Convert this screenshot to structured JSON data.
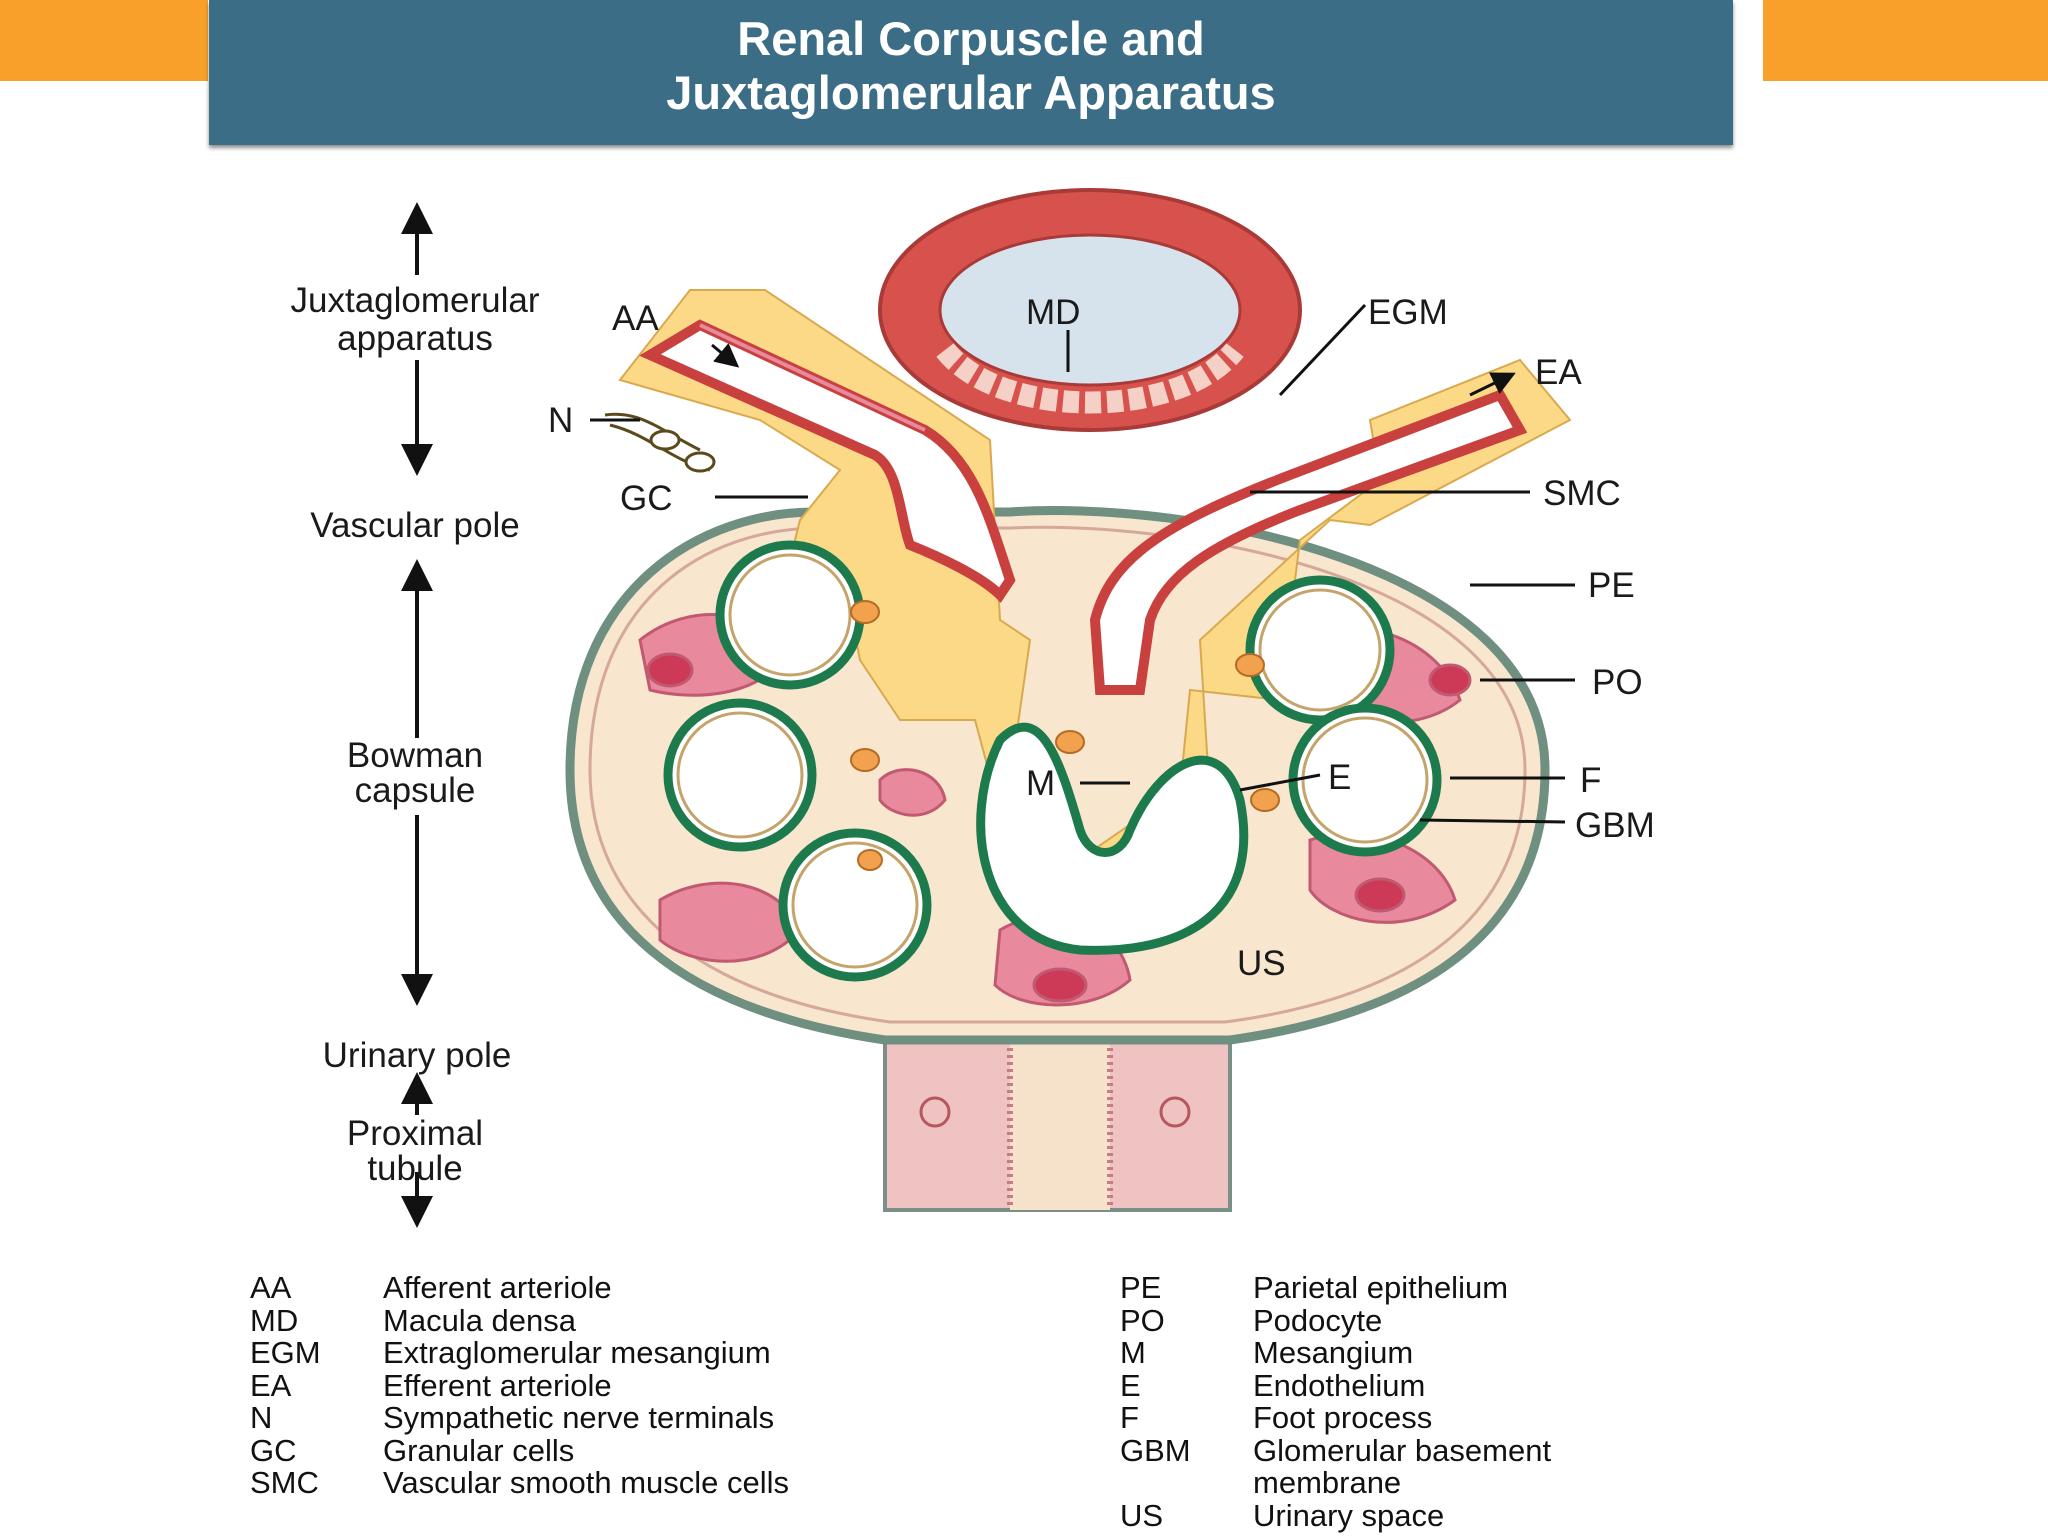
{
  "title": {
    "line1": "Renal Corpuscle and",
    "line2": "Juxtaglomerular Apparatus"
  },
  "side_labels": {
    "jga_line1": "Juxtaglomerular",
    "jga_line2": "apparatus",
    "vascular_pole": "Vascular pole",
    "bowman_line1": "Bowman",
    "bowman_line2": "capsule",
    "urinary_pole": "Urinary pole",
    "proximal_line1": "Proximal",
    "proximal_line2": "tubule"
  },
  "callouts": {
    "aa": "AA",
    "md": "MD",
    "egm": "EGM",
    "ea": "EA",
    "n": "N",
    "gc": "GC",
    "smc": "SMC",
    "pe": "PE",
    "po": "PO",
    "m": "M",
    "e": "E",
    "f": "F",
    "gbm": "GBM",
    "us": "US"
  },
  "legend_left": [
    {
      "abbr": "AA",
      "def": "Afferent arteriole"
    },
    {
      "abbr": "MD",
      "def": "Macula densa"
    },
    {
      "abbr": "EGM",
      "def": "Extraglomerular mesangium"
    },
    {
      "abbr": "EA",
      "def": "Efferent arteriole"
    },
    {
      "abbr": "N",
      "def": "Sympathetic nerve terminals"
    },
    {
      "abbr": "GC",
      "def": "Granular cells"
    },
    {
      "abbr": "SMC",
      "def": "Vascular smooth muscle cells"
    }
  ],
  "legend_right": [
    {
      "abbr": "PE",
      "def": "Parietal epithelium"
    },
    {
      "abbr": "PO",
      "def": "Podocyte"
    },
    {
      "abbr": "M",
      "def": "Mesangium"
    },
    {
      "abbr": "E",
      "def": "Endothelium"
    },
    {
      "abbr": "F",
      "def": "Foot process"
    },
    {
      "abbr": "GBM",
      "def": "Glomerular basement"
    },
    {
      "abbr": "",
      "def": "membrane"
    },
    {
      "abbr": "US",
      "def": "Urinary space"
    }
  ],
  "colors": {
    "orange_accent": "#f8a02a",
    "title_bar": "#3b6e86",
    "mesangium_yellow": "#fbd987",
    "capsule_cream": "#f8e6cf",
    "vessel_red": "#c9413f",
    "podocyte_pink": "#e8899d",
    "gbm_green": "#1d7a4c",
    "capsule_outline": "#6f8f80",
    "tubule_pink": "#efc3c2"
  }
}
